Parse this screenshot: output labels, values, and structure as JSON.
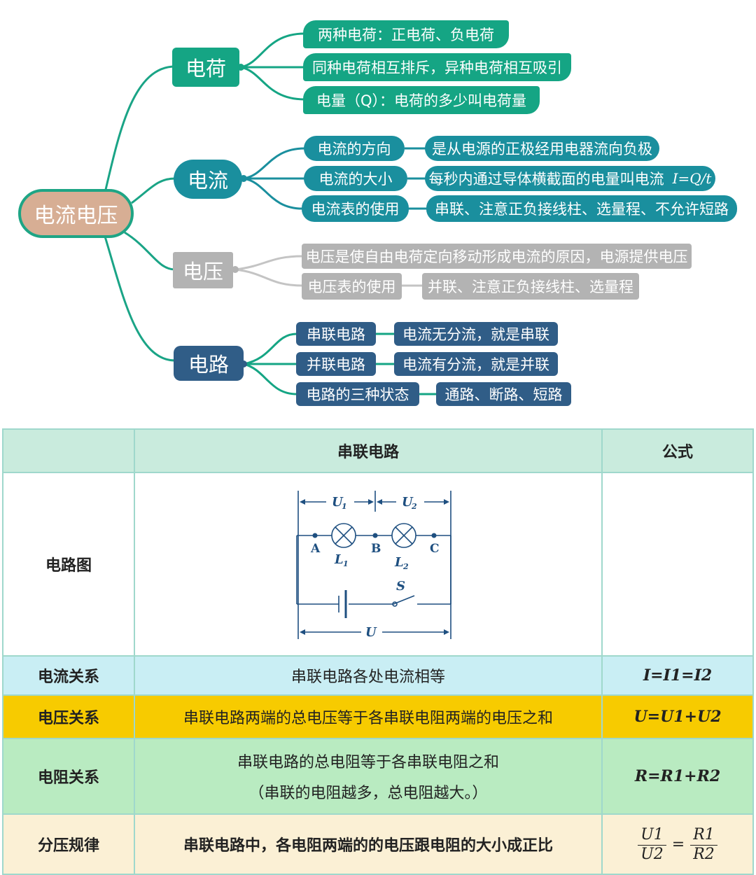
{
  "mindmap": {
    "root": "电流电压",
    "branches": [
      {
        "label": "电荷",
        "items": [
          {
            "text": "两种电荷：正电荷、负电荷"
          },
          {
            "text": "同种电荷相互排斥，异种电荷相互吸引"
          },
          {
            "text": "电量（Q）：电荷的多少叫电荷量"
          }
        ]
      },
      {
        "label": "电流",
        "items": [
          {
            "text": "电流的方向",
            "detail": "是从电源的正极经用电器流向负极"
          },
          {
            "text": "电流的大小",
            "detail": "每秒内通过导体横截面的电量叫电流",
            "formula": "I=Q/t"
          },
          {
            "text": "电流表的使用",
            "detail": "串联、注意正负接线柱、选量程、不允许短路"
          }
        ]
      },
      {
        "label": "电压",
        "items": [
          {
            "text": "电压是使自由电荷定向移动形成电流的原因，电源提供电压"
          },
          {
            "text": "电压表的使用",
            "detail": "并联、注意正负接线柱、选量程"
          }
        ]
      },
      {
        "label": "电路",
        "items": [
          {
            "text": "串联电路",
            "detail": "电流无分流，就是串联"
          },
          {
            "text": "并联电路",
            "detail": "电流有分流，就是并联"
          },
          {
            "text": "电路的三种状态",
            "detail": "通路、断路、短路"
          }
        ]
      }
    ],
    "colors": {
      "green": "#15a584",
      "teal": "#1a8f9e",
      "gray": "#b3b3b3",
      "navy": "#305d87",
      "root_fill": "#d7ae94"
    }
  },
  "table": {
    "headers": [
      "",
      "串联电路",
      "公式"
    ],
    "rows": [
      {
        "label": "电路图",
        "content": "",
        "formula": ""
      },
      {
        "label": "电流关系",
        "content": "串联电路各处电流相等",
        "formula": "I=I1=I2"
      },
      {
        "label": "电压关系",
        "content": "串联电路两端的总电压等于各串联电阻两端的电压之和",
        "formula": "U=U1+U2"
      },
      {
        "label": "电阻关系",
        "content": "串联电路的总电阻等于各串联电阻之和",
        "content2": "（串联的电阻越多，总电阻越大。）",
        "formula": "R=R1+R2"
      },
      {
        "label": "分压规律",
        "content": "串联电路中，各电阻两端的的电压跟电阻的大小成正比",
        "formula": "U1/U2=R1/R2"
      }
    ],
    "circuit_labels": {
      "u1": "U",
      "u1_sub": "1",
      "u2": "U",
      "u2_sub": "2",
      "a": "A",
      "b": "B",
      "c": "C",
      "l1": "L",
      "l1_sub": "1",
      "l2": "L",
      "l2_sub": "2",
      "s": "S",
      "u": "U"
    }
  }
}
